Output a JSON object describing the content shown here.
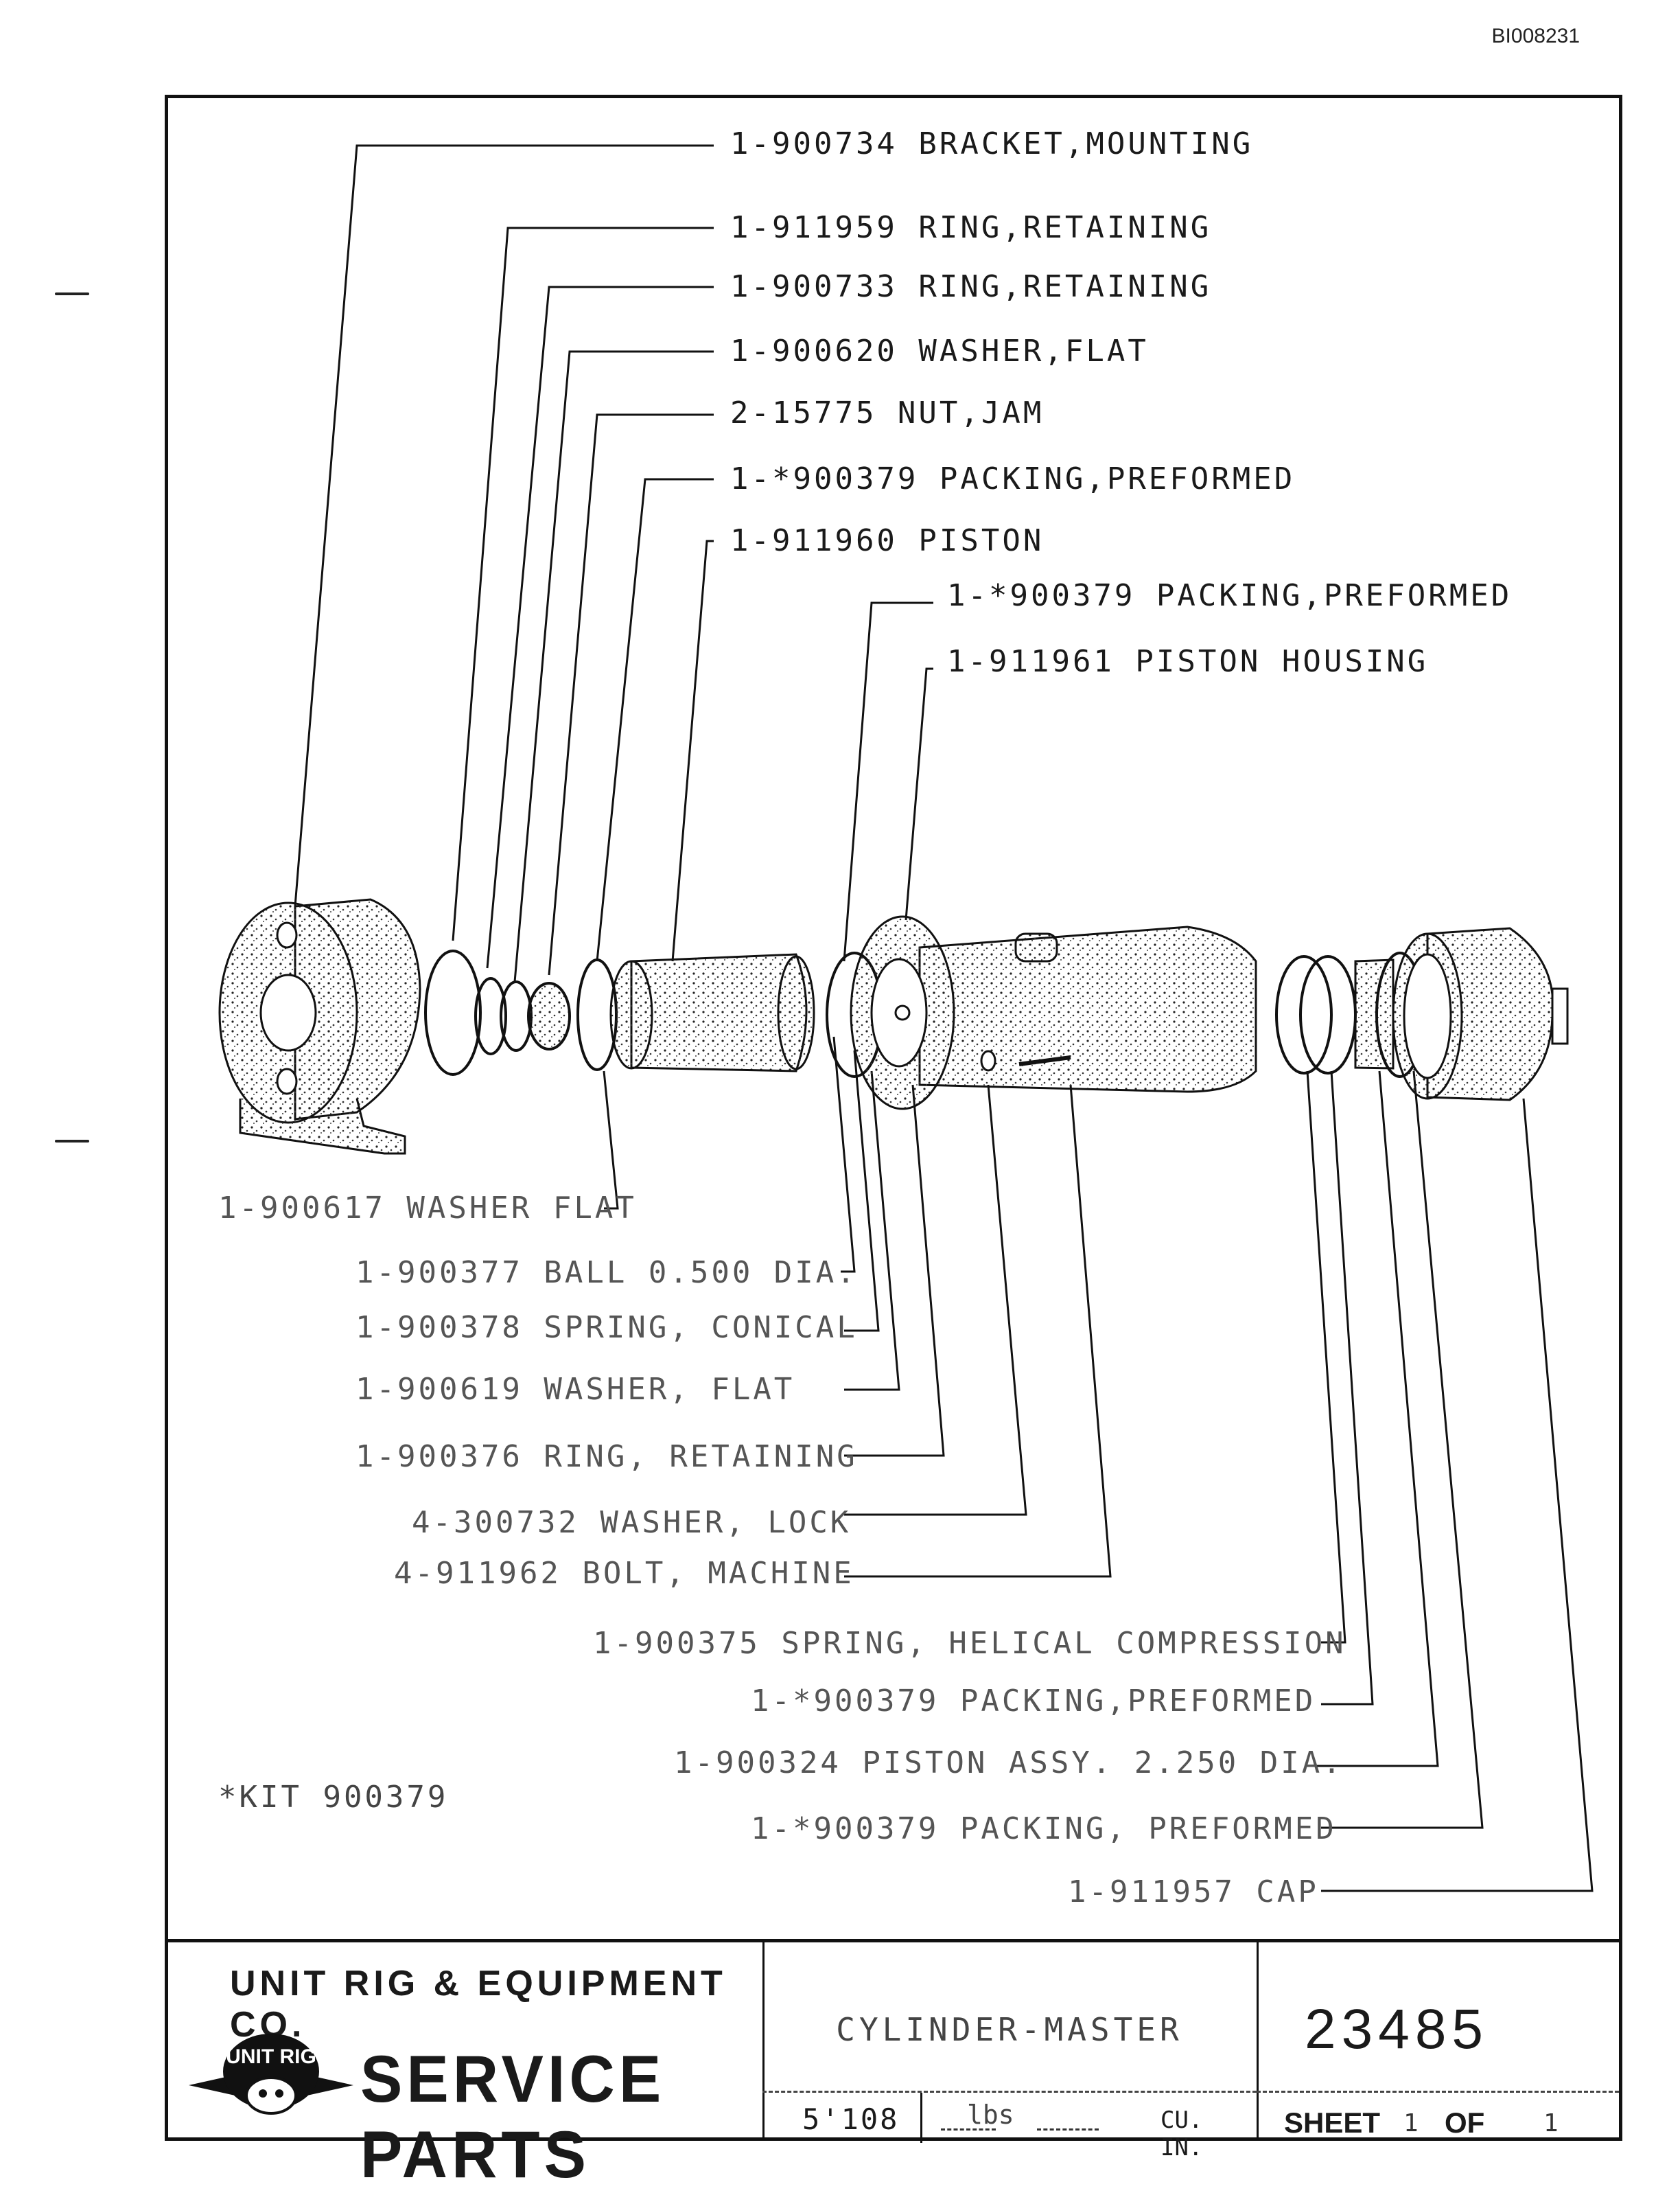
{
  "document_id": "BI008231",
  "callouts_top": [
    "1-900734 BRACKET,MOUNTING",
    "1-911959 RING,RETAINING",
    "1-900733 RING,RETAINING",
    "1-900620 WASHER,FLAT",
    "2-15775 NUT,JAM",
    "1-*900379 PACKING,PREFORMED",
    "1-911960 PISTON",
    "1-*900379 PACKING,PREFORMED",
    "1-911961 PISTON HOUSING"
  ],
  "callouts_bottom": [
    "1-900617 WASHER FLAT",
    "1-900377 BALL 0.500 DIA.",
    "1-900378 SPRING, CONICAL",
    "1-900619 WASHER, FLAT",
    "1-900376 RING, RETAINING",
    "4-300732 WASHER, LOCK",
    "4-911962 BOLT, MACHINE",
    "1-900375 SPRING, HELICAL COMPRESSION",
    "1-*900379 PACKING,PREFORMED",
    "1-900324 PISTON ASSY. 2.250 DIA.",
    "1-*900379 PACKING, PREFORMED",
    "1-911957 CAP"
  ],
  "kit_note": "*KIT 900379",
  "title_block": {
    "company": "UNIT RIG & EQUIPMENT CO.",
    "logo_text": "UNIT RIG",
    "service_parts": "SERVICE PARTS",
    "description": "CYLINDER-MASTER",
    "date": "5'108",
    "lbs_label": "lbs",
    "cu_label": "CU. IN.",
    "drawing_number": "23485",
    "sheet_label": "SHEET",
    "sheet_number": "1",
    "of_label": "OF",
    "sheet_total": "1"
  }
}
